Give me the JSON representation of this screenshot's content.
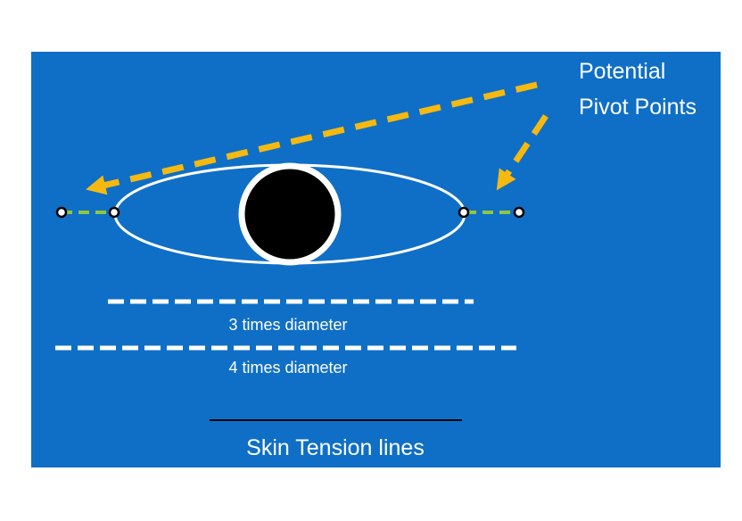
{
  "colors": {
    "background": "#0f6fc6",
    "outline": "#ffffff",
    "lesion": "#000000",
    "arrow": "#f6b90f",
    "pivot_extension": "#8ec63f"
  },
  "annotation": {
    "line1": "Potential",
    "line2": "Pivot Points"
  },
  "measurements": [
    {
      "label": "3 times diameter"
    },
    {
      "label": "4 times diameter"
    }
  ],
  "footer": {
    "label": "Skin Tension lines"
  }
}
